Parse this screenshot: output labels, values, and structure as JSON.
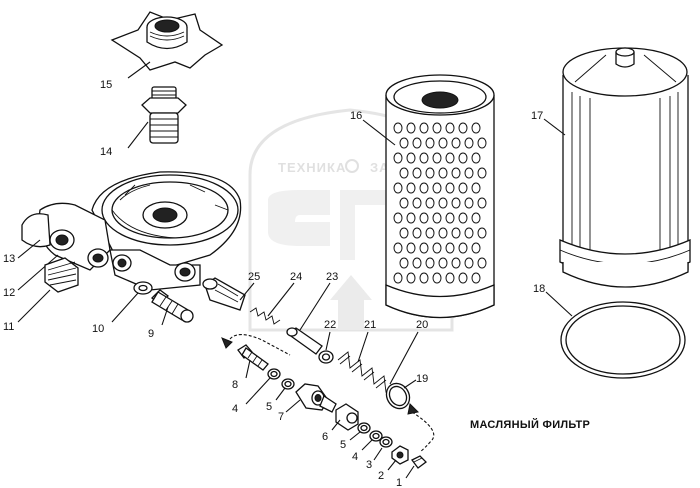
{
  "title": "МАСЛЯНЫЙ ФИЛЬТР",
  "watermark": {
    "text": "ТЕХНИКА",
    "text2": "ЗАП"
  },
  "callouts": [
    "15",
    "14",
    "13",
    "12",
    "11",
    "10",
    "9",
    "8",
    "4",
    "5",
    "7",
    "25",
    "24",
    "23",
    "22",
    "21",
    "20",
    "19",
    "6",
    "5",
    "4",
    "3",
    "2",
    "1",
    "16",
    "17",
    "18"
  ],
  "colors": {
    "ink": "#111111",
    "paper": "#ffffff",
    "watermark": "#cccccc"
  }
}
